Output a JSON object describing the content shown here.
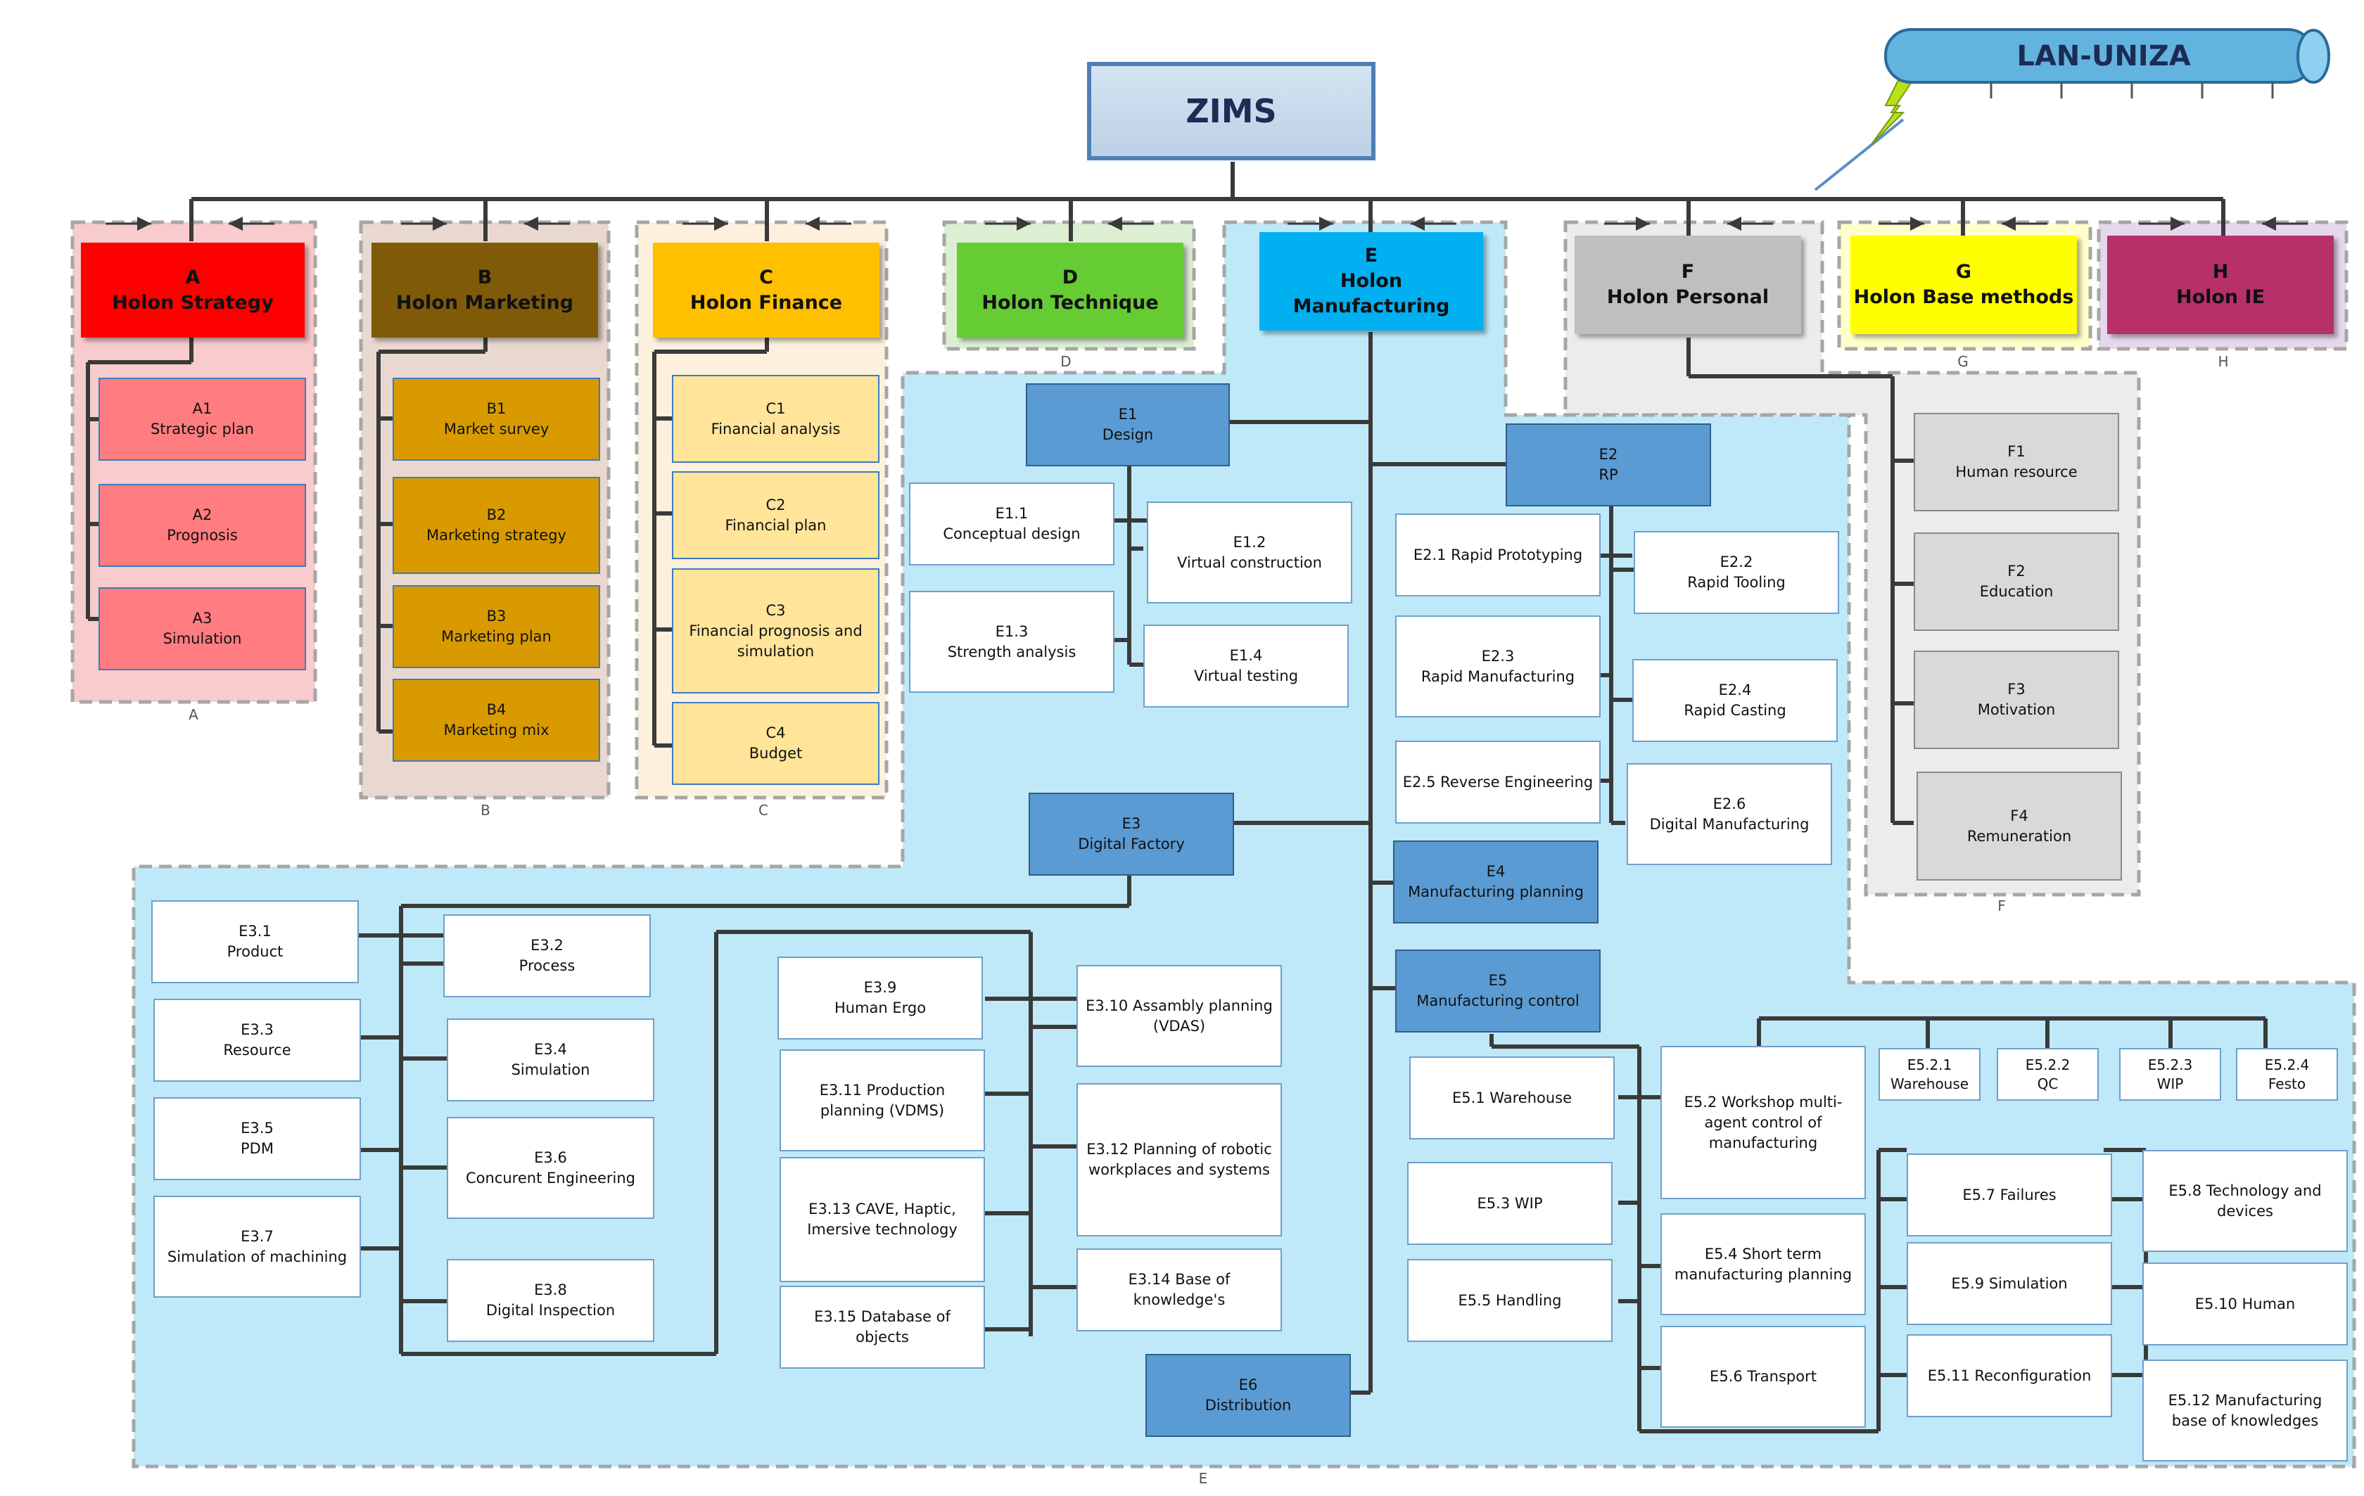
{
  "top": {
    "zims": "ZIMS",
    "lan": "LAN-UNIZA"
  },
  "zone_labels": {
    "A": "A",
    "B": "B",
    "C": "C",
    "D": "D",
    "E": "E",
    "F": "F",
    "G": "G",
    "H": "H"
  },
  "holons": {
    "A": {
      "letter": "A",
      "name": "Holon Strategy"
    },
    "B": {
      "letter": "B",
      "name": "Holon Marketing"
    },
    "C": {
      "letter": "C",
      "name": "Holon Finance"
    },
    "D": {
      "letter": "D",
      "name": "Holon Technique"
    },
    "E": {
      "letter": "E",
      "name": "Holon Manufacturing"
    },
    "F": {
      "letter": "F",
      "name": "Holon Personal"
    },
    "G": {
      "letter": "G",
      "name": "Holon Base methods"
    },
    "H": {
      "letter": "H",
      "name": "Holon IE"
    }
  },
  "colors": {
    "A_holon": "#ff0000",
    "A_sub": "#ff7c80",
    "A_zone": "#f8cbcc",
    "B_holon": "#7f5a08",
    "B_sub": "#d99a00",
    "B_zone": "#e8d8cf",
    "C_holon": "#ffc000",
    "C_sub": "#ffe49a",
    "C_zone": "#fdf0dd",
    "D_holon": "#66cc33",
    "D_zone": "#dcefd2",
    "E_holon": "#00b0f0",
    "E_zone": "#bfe9f9",
    "E_dark": "#5b9bd3",
    "F_holon": "#bfbfbf",
    "F_sub": "#d9d9d9",
    "F_zone": "#ececec",
    "G_holon": "#ffff00",
    "G_zone": "#ffffcc",
    "H_holon": "#b7306a",
    "H_zone": "#e6d7ec"
  },
  "A_items": [
    [
      "A1",
      "Strategic plan"
    ],
    [
      "A2",
      "Prognosis"
    ],
    [
      "A3",
      "Simulation"
    ]
  ],
  "B_items": [
    [
      "B1",
      "Market survey"
    ],
    [
      "B2",
      "Marketing strategy"
    ],
    [
      "B3",
      "Marketing plan"
    ],
    [
      "B4",
      "Marketing mix"
    ]
  ],
  "C_items": [
    [
      "C1",
      "Financial analysis"
    ],
    [
      "C2",
      "Financial plan"
    ],
    [
      "C3",
      "Financial prognosis and simulation"
    ],
    [
      "C4",
      "Budget"
    ]
  ],
  "F_items": [
    [
      "F1",
      "Human resource"
    ],
    [
      "F2",
      "Education"
    ],
    [
      "F3",
      "Motivation"
    ],
    [
      "F4",
      "Remuneration"
    ]
  ],
  "E": {
    "E1": [
      "E1",
      "Design"
    ],
    "E1_1": [
      "E1.1",
      "Conceptual design"
    ],
    "E1_2": [
      "E1.2",
      "Virtual construction"
    ],
    "E1_3": [
      "E1.3",
      "Strength analysis"
    ],
    "E1_4": [
      "E1.4",
      "Virtual testing"
    ],
    "E2": [
      "E2",
      "RP"
    ],
    "E2_1": [
      "",
      "E2.1 Rapid Prototyping"
    ],
    "E2_2": [
      "E2.2",
      "Rapid Tooling"
    ],
    "E2_3": [
      "E2.3",
      "Rapid Manufacturing"
    ],
    "E2_4": [
      "E2.4",
      "Rapid Casting"
    ],
    "E2_5": [
      "",
      "E2.5 Reverse Engineering"
    ],
    "E2_6": [
      "E2.6",
      "Digital Manufacturing"
    ],
    "E3": [
      "E3",
      "Digital Factory"
    ],
    "E3_1": [
      "E3.1",
      "Product"
    ],
    "E3_2": [
      "E3.2",
      "Process"
    ],
    "E3_3": [
      "E3.3",
      "Resource"
    ],
    "E3_4": [
      "E3.4",
      "Simulation"
    ],
    "E3_5": [
      "E3.5",
      "PDM"
    ],
    "E3_6": [
      "E3.6",
      "Concurent Engineering"
    ],
    "E3_7": [
      "E3.7",
      "Simulation of machining"
    ],
    "E3_8": [
      "E3.8",
      "Digital Inspection"
    ],
    "E3_9": [
      "E3.9",
      "Human Ergo"
    ],
    "E3_10": [
      "",
      "E3.10 Assambly planning (VDAS)"
    ],
    "E3_11": [
      "",
      "E3.11 Production planning (VDMS)"
    ],
    "E3_12": [
      "",
      "E3.12 Planning of robotic workplaces and systems"
    ],
    "E3_13": [
      "",
      "E3.13 CAVE, Haptic, Imersive technology"
    ],
    "E3_14": [
      "",
      "E3.14 Base of knowledge's"
    ],
    "E3_15": [
      "",
      "E3.15 Database of objects"
    ],
    "E4": [
      "E4",
      "Manufacturing planning"
    ],
    "E5": [
      "E5",
      "Manufacturing control"
    ],
    "E5_1": [
      "",
      "E5.1 Warehouse"
    ],
    "E5_2": [
      "",
      "E5.2 Workshop multi-agent control of manufacturing"
    ],
    "E5_2_1": [
      "E5.2.1",
      "Warehouse"
    ],
    "E5_2_2": [
      "E5.2.2",
      "QC"
    ],
    "E5_2_3": [
      "E5.2.3",
      "WIP"
    ],
    "E5_2_4": [
      "E5.2.4",
      "Festo"
    ],
    "E5_3": [
      "",
      "E5.3 WIP"
    ],
    "E5_4": [
      "",
      "E5.4 Short term manufacturing planning"
    ],
    "E5_5": [
      "",
      "E5.5 Handling"
    ],
    "E5_6": [
      "",
      "E5.6 Transport"
    ],
    "E5_7": [
      "",
      "E5.7 Failures"
    ],
    "E5_8": [
      "",
      "E5.8 Technology and devices"
    ],
    "E5_9": [
      "",
      "E5.9 Simulation"
    ],
    "E5_10": [
      "",
      "E5.10 Human"
    ],
    "E5_11": [
      "",
      "E5.11 Reconfiguration"
    ],
    "E5_12": [
      "",
      "E5.12 Manufacturing base of knowledges"
    ],
    "E6": [
      "E6",
      "Distribution"
    ]
  }
}
